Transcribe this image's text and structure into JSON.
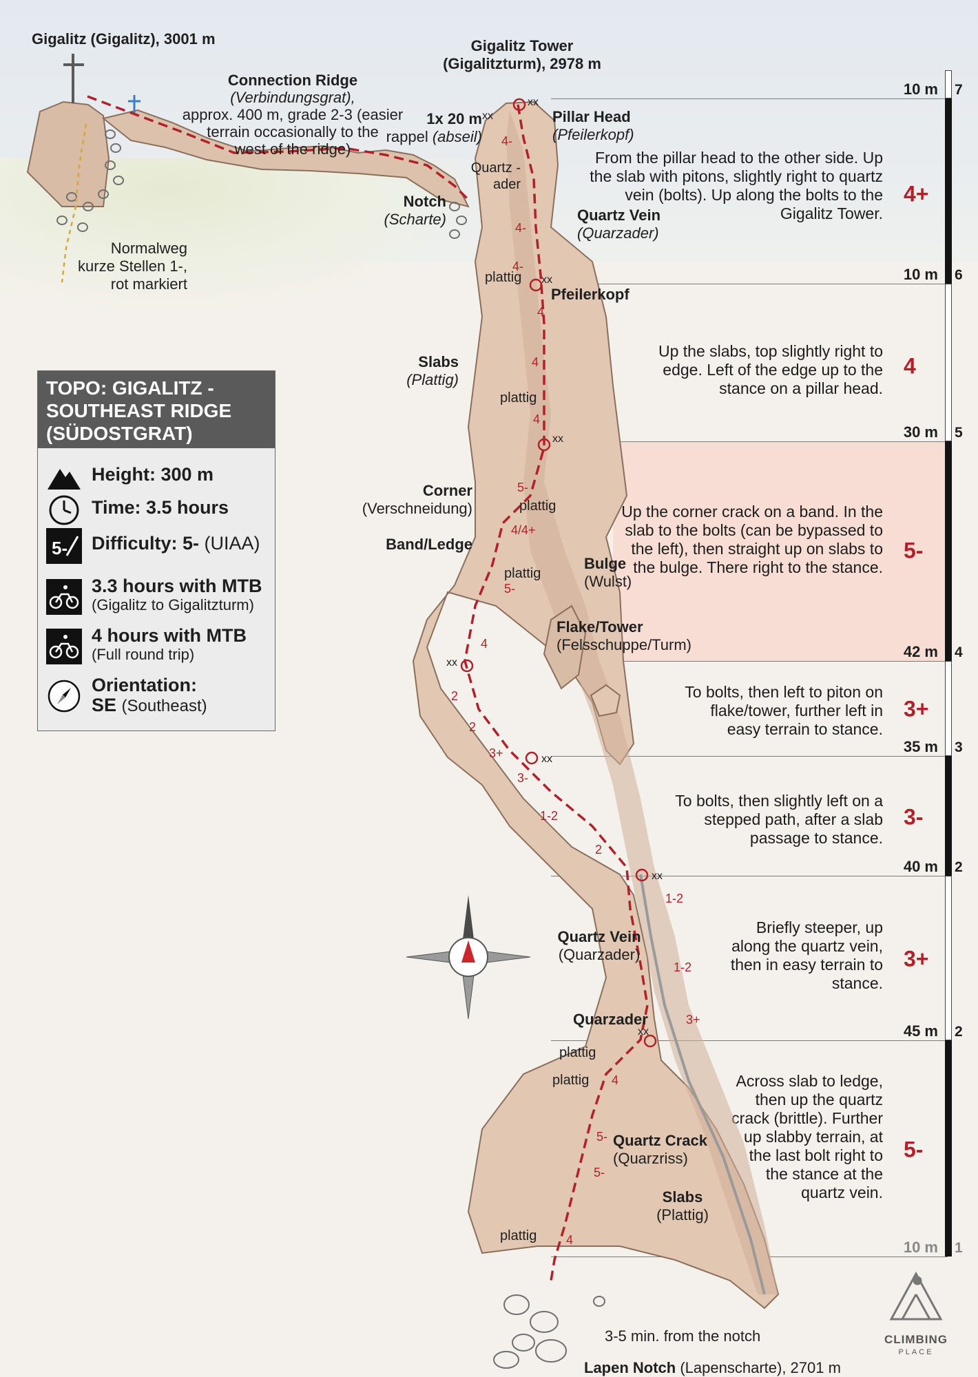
{
  "summits": {
    "gigalitz": "Gigalitz (Gigalitz), 3001 m",
    "tower_line1": "Gigalitz Tower",
    "tower_line2": "(Gigalitzturm), 2978 m",
    "lapen_notch_bold": "Lapen Notch",
    "lapen_notch_rest": "(Lapenscharte), 2701 m",
    "approach": "3-5 min. from the notch"
  },
  "ridge": {
    "bold": "Connection Ridge",
    "italic": "(Verbindungsgrat),",
    "line2": "approx. 400 m, grade 2-3 (easier",
    "line3": "terrain occasionally to the",
    "line4": "west of the ridge)"
  },
  "normalweg": [
    "Normalweg",
    "kurze Stellen 1-,",
    "rot markiert"
  ],
  "labels": {
    "rappel_bold": "1x 20 m",
    "rappel_rest": "rappel",
    "rappel_italic": "(abseil)",
    "pillar_head": "Pillar Head",
    "pillar_head_it": "(Pfeilerkopf)",
    "notch": "Notch",
    "notch_it": "(Scharte)",
    "quartz_vein_top": "Quartz Vein",
    "quartz_vein_top_it": "(Quarzader)",
    "quartzader_line1": "Quartz -",
    "quartzader_line2": "ader",
    "pfeilerkopf": "Pfeilerkopf",
    "slabs": "Slabs",
    "slabs_it": "(Plattig)",
    "corner": "Corner",
    "corner_it": "(Verschneidung)",
    "band": "Band/Ledge",
    "bulge": "Bulge",
    "bulge_it": "(Wulst)",
    "flake": "Flake/Tower",
    "flake_it": "(Felsschuppe/Turm)",
    "quartz_vein_mid": "Quartz Vein",
    "quartz_vein_mid_it": "(Quarzader)",
    "quarzader": "Quarzader",
    "quartz_crack": "Quartz Crack",
    "quartz_crack_it": "(Quarzriss)",
    "slabs_low": "Slabs",
    "slabs_low_it": "(Plattig)"
  },
  "pitches": [
    {
      "length": "10 m",
      "number": "7",
      "grade": "4+",
      "description": "From the pillar head to the other side. Up the slab with pitons, slightly right to quartz vein (bolts). Up along the bolts to the Gigalitz Tower."
    },
    {
      "length": "10 m",
      "number": "6",
      "grade": "4",
      "description": "Up the slabs, top slightly right to edge. Left of the edge up to the stance on a pillar head."
    },
    {
      "length": "30 m",
      "number": "5",
      "grade": "5-",
      "description": "Up the corner crack on a band. In the slab to the bolts (can be bypassed to the left), then straight up on slabs to the bulge. There right to the stance."
    },
    {
      "length": "42 m",
      "number": "4",
      "grade": "3+",
      "description": "To bolts, then left to piton on flake/tower, further left in easy terrain to stance."
    },
    {
      "length": "35 m",
      "number": "3",
      "grade": "3-",
      "description": "To bolts, then slightly left on a stepped path, after a slab passage to stance."
    },
    {
      "length": "40 m",
      "number": "2",
      "grade": "3+",
      "description": "Briefly steeper, up along the quartz vein, then in easy terrain to stance."
    },
    {
      "length": "45 m",
      "number": "2",
      "grade": "5-",
      "description": "Across slab to ledge, then up the quartz crack (brittle). Further up slabby terrain, at the last bolt right to the stance at the quartz vein."
    },
    {
      "length": "10 m",
      "number": "1"
    }
  ],
  "topo_grades": [
    "4-",
    "4-",
    "4-",
    "4",
    "4",
    "4",
    "5-",
    "4/4+",
    "5-",
    "4",
    "2",
    "2",
    "3+",
    "3-",
    "1-2",
    "2",
    "1-2",
    "1-2",
    "3+",
    "4",
    "5-",
    "5-",
    "4"
  ],
  "topo_plattig": "plattig",
  "topo_xx": "xx",
  "infobox": {
    "title": "TOPO: GIGALITZ - SOUTHEAST RIDGE (SÜDOSTGRAT)",
    "height": "Height: 300 m",
    "time": "Time: 3.5 hours",
    "difficulty_bold": "Difficulty: 5-",
    "difficulty_rest": "(UIAA)",
    "difficulty_badge": "5-",
    "mtb1_bold": "3.3 hours with MTB",
    "mtb1_sub": "(Gigalitz to Gigalitzturm)",
    "mtb2_bold": "4 hours with MTB",
    "mtb2_sub": "(Full round trip)",
    "orientation_bold": "Orientation:",
    "orientation_val_bold": "SE",
    "orientation_val_rest": "(Southeast)",
    "icons": [
      "mountain-icon",
      "clock-icon",
      "difficulty-icon",
      "bike-icon",
      "bike-icon",
      "compass-icon"
    ]
  },
  "logo": {
    "word1": "CLIMBING",
    "word2": "PLACE"
  },
  "colors": {
    "route": "#b3202a",
    "grade": "#b3202a",
    "rock": "#e2c7b3",
    "rock_shade": "#cfae98",
    "highlight": "#f7ddd3",
    "header": "#5a5a5a"
  }
}
